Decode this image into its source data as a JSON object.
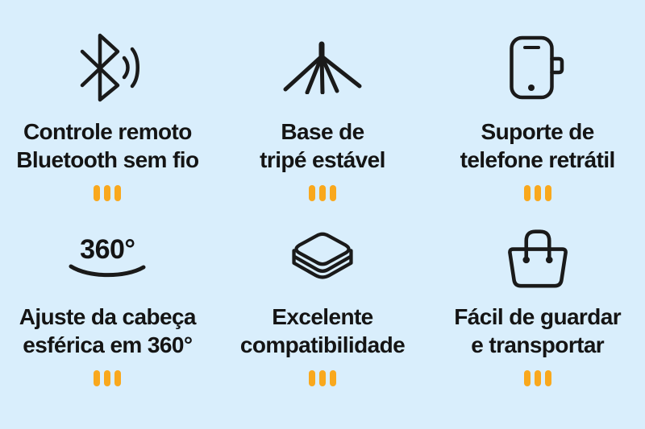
{
  "page": {
    "background_color": "#d9eefc",
    "text_color": "#141414",
    "icon_color": "#1a1a1a",
    "accent_color": "#f9a81d"
  },
  "features": [
    {
      "icon": "bluetooth-remote-icon",
      "line1": "Controle remoto",
      "line2": "Bluetooth sem fio"
    },
    {
      "icon": "tripod-icon",
      "line1": "Base de",
      "line2": "tripé estável"
    },
    {
      "icon": "phone-holder-icon",
      "line1": "Suporte de",
      "line2": "telefone retrátil"
    },
    {
      "icon": "rotate-360-icon",
      "icon_text": "360°",
      "line1": "Ajuste da cabeça",
      "line2": "esférica em 360°"
    },
    {
      "icon": "compatibility-box-icon",
      "line1": "Excelente",
      "line2": "compatibilidade"
    },
    {
      "icon": "carry-bag-icon",
      "line1": "Fácil de guardar",
      "line2": "e transportar"
    }
  ]
}
